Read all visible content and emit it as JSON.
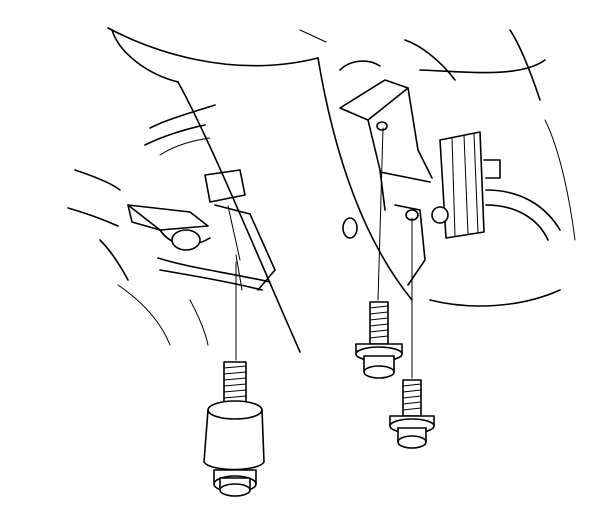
{
  "figure": {
    "kind": "line-illustration",
    "parts": [
      "steering-column",
      "column-bracket",
      "mounting-flange",
      "rubber-boot",
      "column-mount-bolt-with-bushing",
      "flange-bolt-upper",
      "flange-bolt-lower"
    ],
    "stroke_color": "#000000",
    "background_color": "#ffffff"
  }
}
